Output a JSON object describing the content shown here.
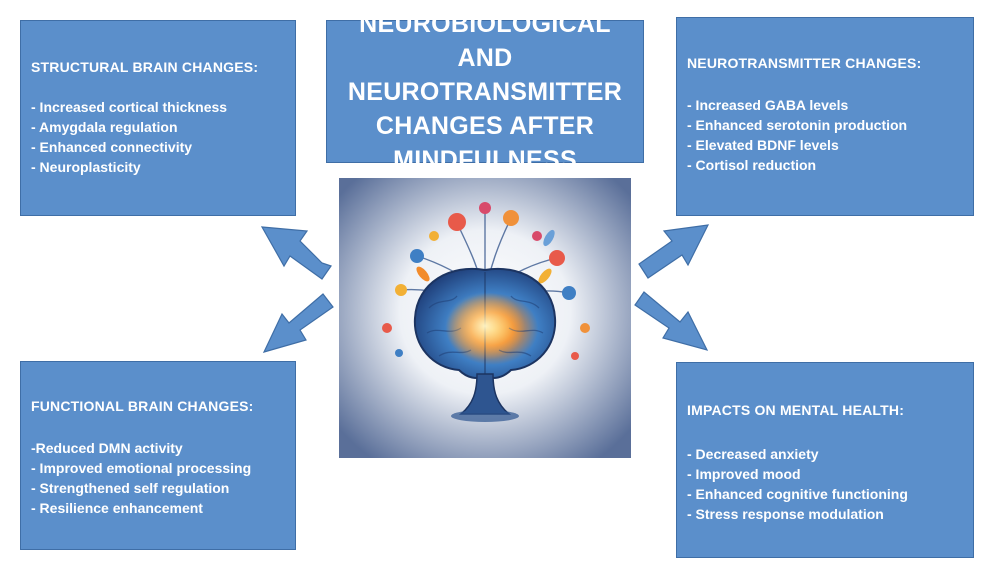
{
  "title": "NEUROBIOLOGICAL AND NEUROTRANSMITTER CHANGES AFTER MINDFULNESS",
  "colors": {
    "box_fill": "#5b8fcb",
    "box_border": "#3f6ea6",
    "text": "#ffffff"
  },
  "panels": {
    "structural": {
      "title": "STRUCTURAL BRAIN CHANGES:",
      "items": [
        "- Increased cortical thickness",
        "- Amygdala regulation",
        "- Enhanced connectivity",
        "- Neuroplasticity"
      ]
    },
    "functional": {
      "title": "FUNCTIONAL BRAIN CHANGES:",
      "items": [
        "-Reduced DMN activity",
        "- Improved emotional processing",
        "- Strengthened self regulation",
        "- Resilience enhancement"
      ]
    },
    "neurotransmitter": {
      "title": "NEUROTRANSMITTER CHANGES:",
      "items": [
        "- Increased GABA levels",
        "- Enhanced serotonin production",
        "- Elevated BDNF levels",
        "- Cortisol reduction"
      ]
    },
    "mental_health": {
      "title": "IMPACTS ON MENTAL HEALTH:",
      "items": [
        "- Decreased anxiety",
        "- Improved mood",
        "- Enhanced cognitive functioning",
        "- Stress response modulation"
      ]
    }
  },
  "icons": [
    "brain-tree-illustration",
    "arrow-up-left-icon",
    "arrow-down-left-icon",
    "arrow-up-right-icon",
    "arrow-down-right-icon"
  ]
}
